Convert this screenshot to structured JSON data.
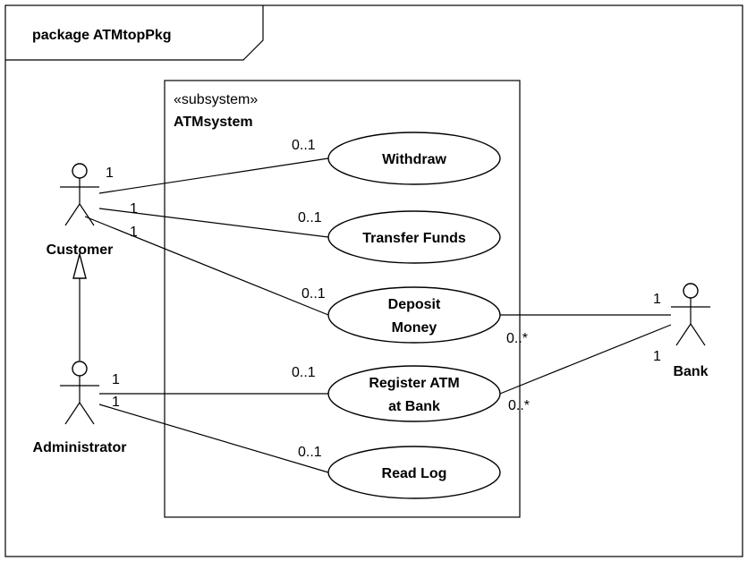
{
  "package": {
    "label": "package ATMtopPkg"
  },
  "subsystem": {
    "stereotype": "«subsystem»",
    "name": "ATMsystem"
  },
  "actors": {
    "customer": "Customer",
    "administrator": "Administrator",
    "bank": "Bank"
  },
  "use_cases": {
    "withdraw": [
      "Withdraw"
    ],
    "transfer": [
      "Transfer Funds"
    ],
    "deposit": [
      "Deposit",
      "Money"
    ],
    "register": [
      "Register ATM",
      "at Bank"
    ],
    "readlog": [
      "Read Log"
    ]
  },
  "multiplicities": {
    "cust_withdraw_actor": "1",
    "cust_withdraw_uc": "0..1",
    "cust_transfer_actor": "1",
    "cust_transfer_uc": "0..1",
    "cust_deposit_actor": "1",
    "cust_deposit_uc": "0..1",
    "admin_register_actor": "1",
    "admin_register_uc": "0..1",
    "admin_readlog_actor": "1",
    "admin_readlog_uc": "0..1",
    "bank_deposit_actor": "1",
    "bank_deposit_uc": "0..*",
    "bank_register_actor": "1",
    "bank_register_uc": "0..*"
  }
}
